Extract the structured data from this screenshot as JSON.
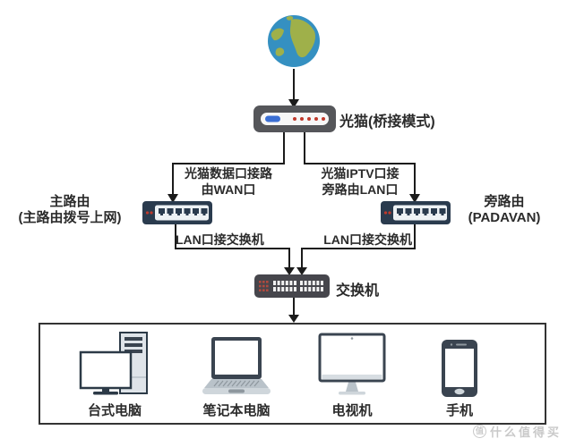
{
  "diagram": {
    "internet": {
      "icon": "globe-icon"
    },
    "modem": {
      "label": "光猫(桥接模式)"
    },
    "branch_left": {
      "line1": "光猫数据口接路",
      "line2": "由WAN口"
    },
    "branch_right": {
      "line1": "光猫IPTV口接",
      "line2": "旁路由LAN口"
    },
    "router_main": {
      "name": "主路由",
      "note": "(主路由拨号上网)"
    },
    "router_side": {
      "name": "旁路由",
      "note": "(PADAVAN)"
    },
    "lan_left": {
      "label": "LAN口接交换机"
    },
    "lan_right": {
      "label": "LAN口接交换机"
    },
    "switch": {
      "label": "交换机"
    },
    "devices": [
      {
        "label": "台式电脑"
      },
      {
        "label": "笔记本电脑"
      },
      {
        "label": "电视机"
      },
      {
        "label": "手机"
      }
    ],
    "watermark": {
      "icon_char": "值",
      "text": "什么值得买"
    }
  },
  "colors": {
    "line": "#1b1b1b",
    "text": "#2b2b2b",
    "modem_body": "#55565a",
    "router_body": "#2a3b4e",
    "switch_body": "#46464c",
    "globe_sea": "#3590c1",
    "globe_land": "#9fb04a",
    "accent_red": "#c0392b",
    "accent_blue": "#3b6fd4",
    "device_frame": "#3a4450",
    "watermark": "#c9c9c9"
  }
}
